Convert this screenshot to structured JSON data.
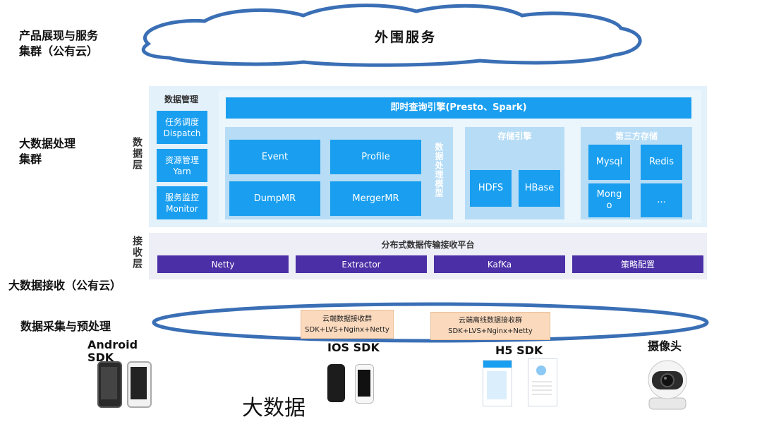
{
  "left_labels": {
    "product": "产品展现与服务\n集群（公有云）",
    "bigdata_process": "大数据处理\n集群",
    "bigdata_receive": "大数据接收（公有云）",
    "collect": "数据采集与预处理"
  },
  "cloud_top": {
    "title": "外围服务"
  },
  "data_layer": {
    "vertical_label": "数据层",
    "management": {
      "title": "数据管理",
      "items": [
        "任务调度\nDispatch",
        "资源管理\nYarn",
        "服务监控\nMonitor"
      ]
    },
    "query_engine": "即时查询引擎(Presto、Spark)",
    "processing": {
      "label": "数据处理模型",
      "items": [
        "Event",
        "Profile",
        "DumpMR",
        "MergerMR"
      ]
    },
    "storage_engine": {
      "title": "存储引擎",
      "items": [
        "HDFS",
        "HBase"
      ]
    },
    "third_party": {
      "title": "第三方存储",
      "items": [
        "Mysql",
        "Redis",
        "Mong\no",
        "..."
      ]
    }
  },
  "receive_layer": {
    "vertical_label": "接收层",
    "title": "分布式数据传输接收平台",
    "items": [
      "Netty",
      "Extractor",
      "KafKa",
      "策略配置"
    ]
  },
  "cloud_clusters": [
    {
      "title": "云端数据接收群",
      "sub": "SDK+LVS+Nginx+Netty"
    },
    {
      "title": "云端离线数据接收群",
      "sub": "SDK+LVS+Nginx+Netty"
    }
  ],
  "devices": {
    "android": "Android\nSDK",
    "ios": "IOS SDK",
    "h5": "H5 SDK",
    "camera": "摄像头"
  },
  "watermark": "大数据",
  "colors": {
    "blue": "#1a9ff0",
    "light_blue": "#b7dcf6",
    "purple": "#4b2fa6",
    "orange": "#fbd9bd",
    "cloud_stroke": "#3a6fb5"
  }
}
